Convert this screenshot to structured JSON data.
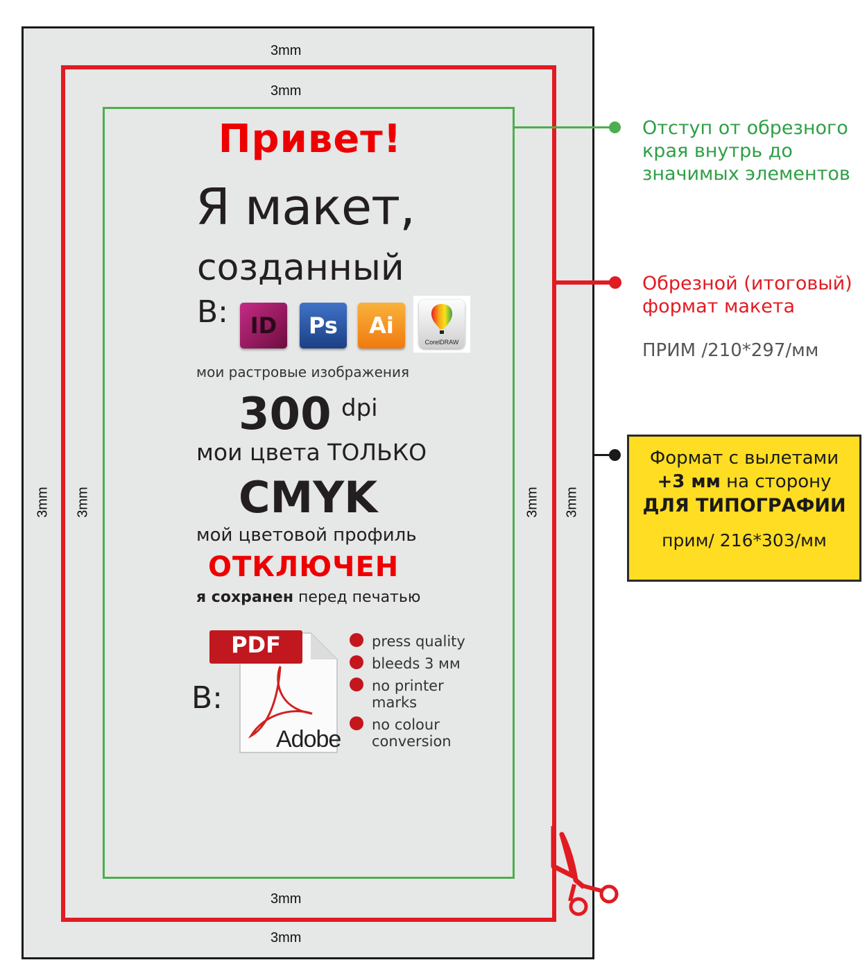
{
  "diagram": {
    "margin_label": "3mm",
    "colors": {
      "trim_line": "#e11b22",
      "safe_line": "#4cae4f",
      "bleed_line": "#1a1a1a",
      "sheet_bg": "#e6e7e7",
      "callout_bg": "#ffdd22"
    }
  },
  "layout": {
    "hello": "Привет!",
    "title_line1": "Я макет,",
    "title_line2": "созданный",
    "in_label": "В:",
    "apps": [
      {
        "label": "ID",
        "name": "InDesign",
        "color": "#a8226f"
      },
      {
        "label": "Ps",
        "name": "Photoshop",
        "color": "#2d5aa8"
      },
      {
        "label": "Ai",
        "name": "Illustrator",
        "color": "#f29a1a"
      },
      {
        "label": "CorelDRAW",
        "name": "CorelDRAW"
      }
    ],
    "raster_label": "мои растровые изображения",
    "resolution_value": "300",
    "resolution_unit": "dpi",
    "colors_label": "мои цвета ТОЛЬКО",
    "color_mode": "CMYK",
    "profile_label": "мой цветовой профиль",
    "profile_state": "ОТКЛЮЧЕН",
    "saved_bold": "я сохранен",
    "saved_rest": " перед печатью",
    "in_label_2": "В:",
    "pdf_badge": "PDF",
    "pdf_brand": "Adobe",
    "pdf_requirements": [
      "press quality",
      "bleeds 3 мм",
      "no printer marks",
      "no colour conversion"
    ]
  },
  "callouts": {
    "safe_zone": [
      "Отступ от обрезного",
      "края внутрь до",
      "значимых элементов"
    ],
    "trim_format": [
      "Обрезной (итоговый)",
      "формат макета"
    ],
    "trim_example": "ПРИМ /210*297/мм",
    "bleed_format": {
      "line1": "Формат с вылетами",
      "line2_bold": "+3 мм",
      "line2_rest": " на сторону",
      "line3": "ДЛЯ ТИПОГРАФИИ",
      "example": "прим/ 216*303/мм"
    }
  }
}
